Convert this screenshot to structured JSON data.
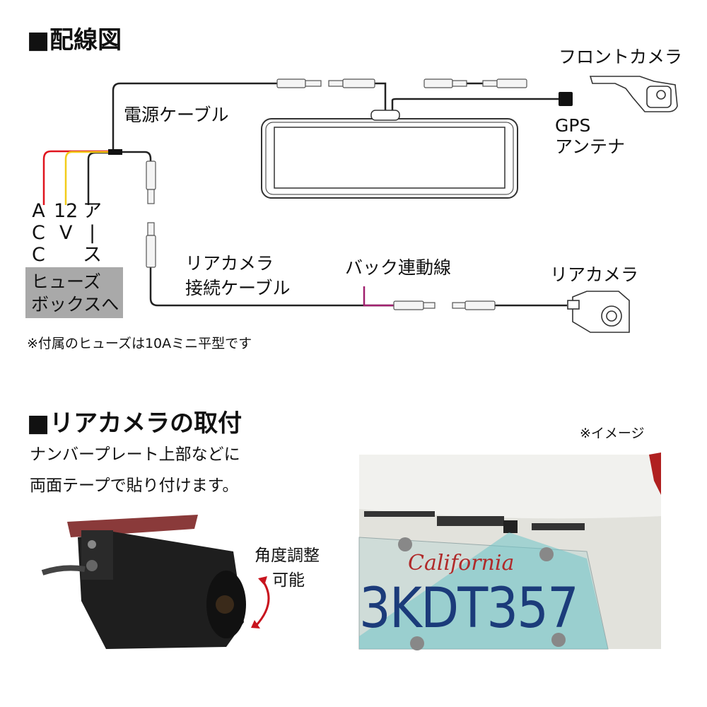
{
  "wiring": {
    "title": "■配線図",
    "labels": {
      "power_cable": "電源ケーブル",
      "front_camera": "フロントカメラ",
      "gps_line1": "GPS",
      "gps_line2": "アンテナ",
      "acc": "A\nC\nC",
      "v12": "12\nV",
      "ground": "ア\n|\nス",
      "rear_cable_line1": "リアカメラ",
      "rear_cable_line2": "接続ケーブル",
      "reverse_line": "バック連動線",
      "rear_camera": "リアカメラ"
    },
    "fuse_box": {
      "line1": "ヒューズ",
      "line2": "ボックスへ"
    },
    "note": "※付属のヒューズは10Aミニ平型です",
    "colors": {
      "acc": "#e0141e",
      "v12": "#f2cc1a",
      "ground": "#222222",
      "reverse": "#a0206e",
      "fuse_box_bg": "#a9a9a9"
    }
  },
  "mounting": {
    "title": "■リアカメラの取付",
    "desc_line1": "ナンバープレート上部などに",
    "desc_line2": "両面テープで貼り付けます。",
    "image_note": "※イメージ",
    "angle_line1": "角度調整",
    "angle_line2": "可能",
    "plate_state": "California",
    "plate_number": "3KDT357",
    "arrow_color": "#c8141e"
  }
}
